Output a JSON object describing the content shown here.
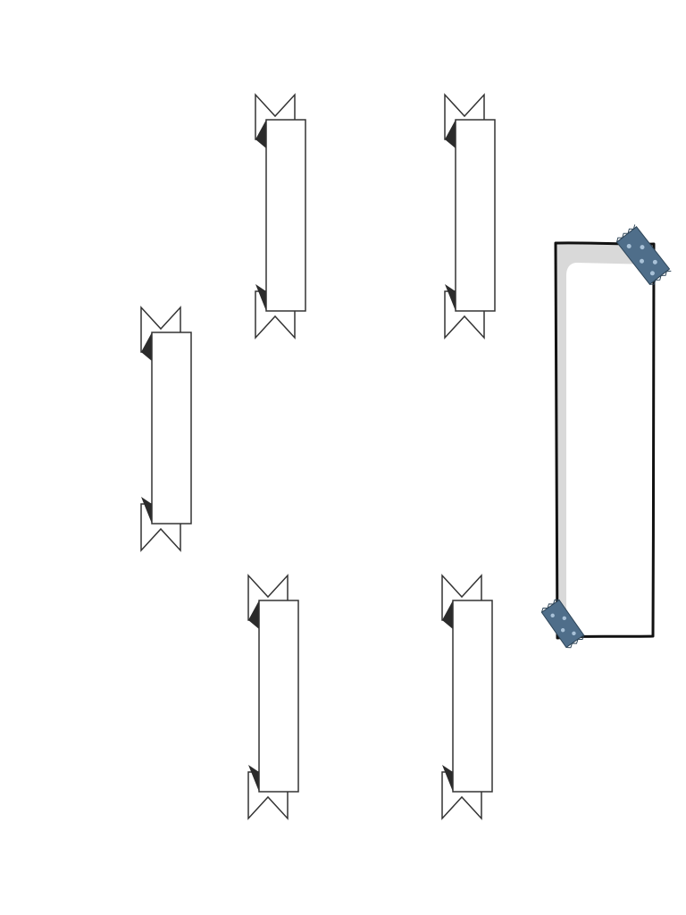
{
  "canvas": {
    "background": "#ffffff"
  },
  "ribbons": [
    {
      "name": "banner-ribbon-top-left",
      "label": "",
      "fill": "#ffffff",
      "stroke": "#333333",
      "fold": "#2b2b2b"
    },
    {
      "name": "banner-ribbon-top-right",
      "label": "",
      "fill": "#ffffff",
      "stroke": "#333333",
      "fold": "#2b2b2b"
    },
    {
      "name": "banner-ribbon-middle-left",
      "label": "",
      "fill": "#ffffff",
      "stroke": "#333333",
      "fold": "#2b2b2b"
    },
    {
      "name": "banner-ribbon-bottom-left",
      "label": "",
      "fill": "#ffffff",
      "stroke": "#333333",
      "fold": "#2b2b2b"
    },
    {
      "name": "banner-ribbon-bottom-right",
      "label": "",
      "fill": "#ffffff",
      "stroke": "#333333",
      "fold": "#2b2b2b"
    }
  ],
  "note_card": {
    "label": "",
    "paper": "#ffffff",
    "shadow": "#d9d9d9",
    "outline": "#111111",
    "tape_color": "#4f6e8a",
    "tape_dots": "#a9c2d8",
    "tape_icon": "washi-tape-icon"
  }
}
